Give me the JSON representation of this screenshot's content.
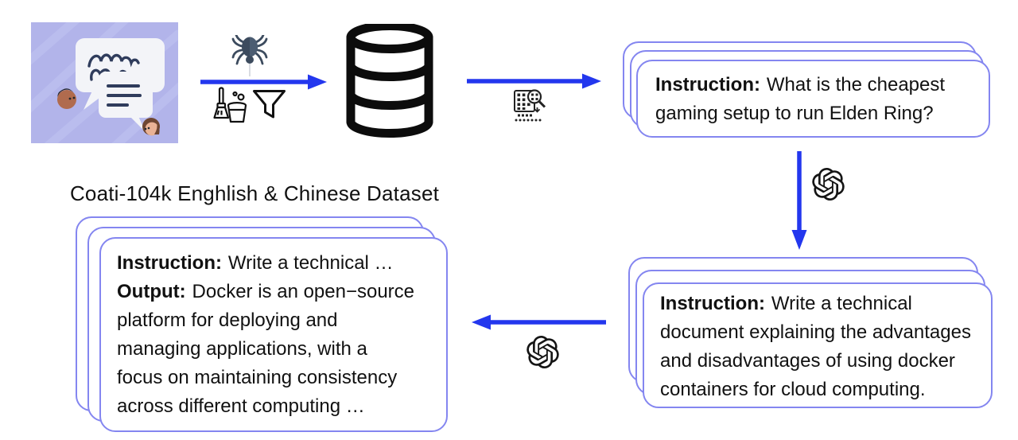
{
  "diagram": {
    "dataset_title": "Coati-104k Enghlish & Chinese Dataset",
    "seed_instruction_card": {
      "label": "Instruction:",
      "lines": [
        "What is the cheapest",
        "gaming setup to run Elden Ring?"
      ]
    },
    "generated_instruction_card": {
      "label": "Instruction:",
      "lines": [
        "Write a technical",
        "document explaining the advantages",
        "and disadvantages of using docker",
        "containers for cloud computing."
      ]
    },
    "final_dataset_card": {
      "instruction": {
        "label": "Instruction:",
        "lines": [
          "Write a technical …"
        ]
      },
      "output": {
        "label": "Output:",
        "lines": [
          "Docker is an open−source",
          "platform for deploying and",
          "managing applications, with a",
          "focus on maintaining consistency",
          "across different computing …"
        ]
      }
    },
    "icons": {
      "illustration": "people-conversation-illustration",
      "crawler": "spider-crawler-icon",
      "cleaning": "cleaning-brush-bucket-icon",
      "filter": "funnel-filter-icon",
      "storage": "database-icon",
      "sampling": "data-sampling-icon",
      "llm_generate": "openai-logo-icon",
      "llm_answer": "openai-logo-icon"
    },
    "colors": {
      "arrow_blue": "#2337ee",
      "card_border": "#8486f0",
      "text_black": "#111111",
      "illus_bg": "#b2b4ea",
      "spider_body": "#3c4b5e",
      "bubble_fill": "#f3f4f8",
      "scribble_ink": "#2f3c5c"
    }
  }
}
